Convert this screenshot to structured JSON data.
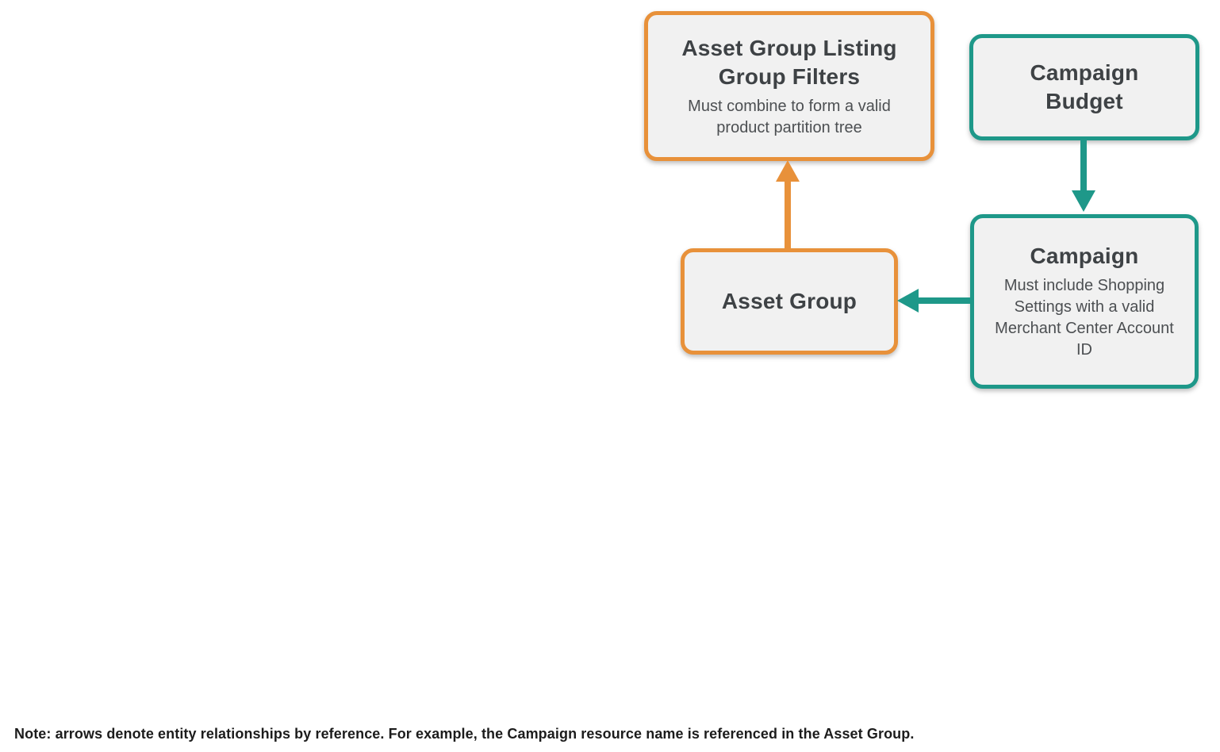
{
  "diagram": {
    "nodes": {
      "listing_filters": {
        "title": "Asset Group Listing Group Filters",
        "subtitle": "Must combine to form a valid product partition tree",
        "accent_color": "#e8913a"
      },
      "campaign_budget": {
        "title": "Campaign Budget",
        "accent_color": "#1e9889"
      },
      "campaign": {
        "title": "Campaign",
        "subtitle": "Must include Shopping Settings with a valid Merchant Center Account ID",
        "accent_color": "#1e9889"
      },
      "asset_group": {
        "title": "Asset Group",
        "accent_color": "#e8913a"
      }
    },
    "edges": [
      {
        "from": "asset_group",
        "to": "listing_filters",
        "direction": "up",
        "color": "#e8913a"
      },
      {
        "from": "campaign_budget",
        "to": "campaign",
        "direction": "down",
        "color": "#1e9889"
      },
      {
        "from": "campaign",
        "to": "asset_group",
        "direction": "left",
        "color": "#1e9889"
      }
    ],
    "colors": {
      "node_fill": "#f1f1f1",
      "title_text": "#3e4245",
      "subtitle_text": "#4c4f52",
      "background": "#ffffff"
    }
  },
  "note": "Note: arrows denote entity relationships by reference. For example, the Campaign resource name is referenced in the Asset Group."
}
